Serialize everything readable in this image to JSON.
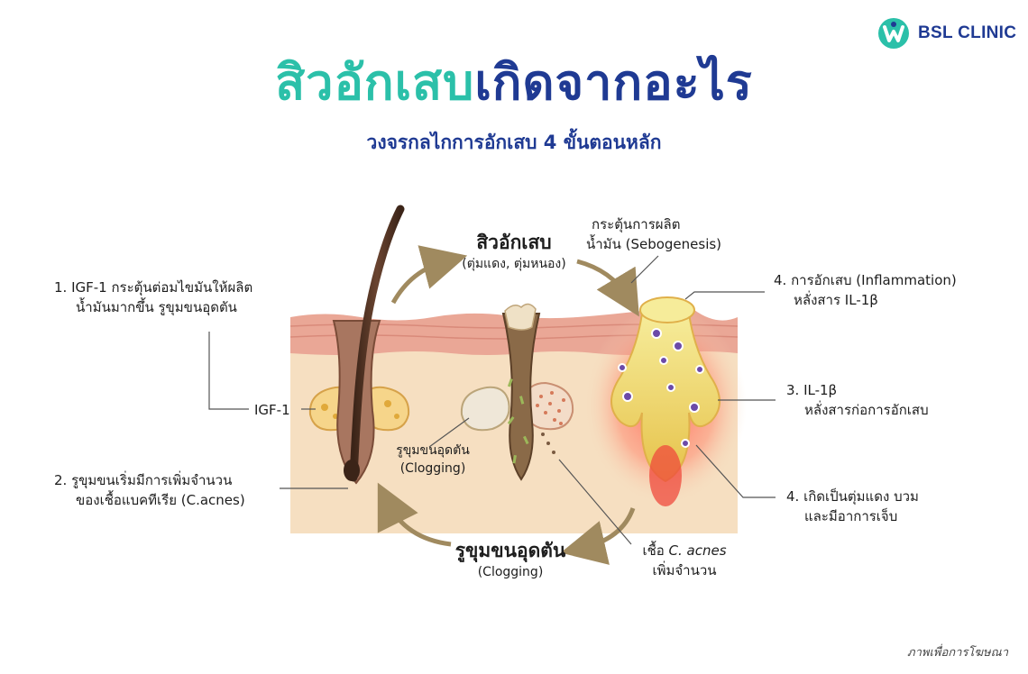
{
  "brand": {
    "name": "BSL CLINIC"
  },
  "header": {
    "title_part1": "สิวอักเสบ",
    "title_part2": "เกิดจากอะไร",
    "subtitle": "วงจรกลไกการอักเสบ 4 ขั้นตอนหลัก"
  },
  "labels": {
    "step1_line1": "1. IGF-1 กระตุ้นต่อมไขมันให้ผลิต",
    "step1_line2": "น้ำมันมากขึ้น รูขุมขนอุดตัน",
    "igf1": "IGF-1",
    "step2_line1": "2. รูขุมขนเริ่มมีการเพิ่มจำนวน",
    "step2_line2": "ของเชื้อแบคทีเรีย (C.acnes)",
    "pimple_title": "สิวอักเสบ",
    "pimple_sub": "(ตุ่มแดง, ตุ่มหนอง)",
    "sebo_line1": "กระตุ้นการผลิต",
    "sebo_line2": "น้ำมัน (Sebogenesis)",
    "clog_inner_line1": "รูขุมขนอุดตัน",
    "clog_inner_line2": "(Clogging)",
    "clog_title": "รูขุมขนอุดตัน",
    "clog_sub": "(Clogging)",
    "cacnes_prefix": "เชื้อ ",
    "cacnes_italic": "C. acnes",
    "cacnes_line2": "เพิ่มจำนวน",
    "inflam_line1": "4. การอักเสบ (Inflammation)",
    "inflam_line2": "หลั่งสาร IL-1β",
    "il1b_line1": "3. IL-1β",
    "il1b_line2": "หลั่งสารก่อการอักเสบ",
    "red_line1": "4. เกิดเป็นตุ่มแดง บวม",
    "red_line2": "และมีอาการเจ็บ"
  },
  "footer": {
    "note": "ภาพเพื่อการโฆษณา"
  },
  "colors": {
    "brand_teal": "#2bc0a9",
    "brand_navy": "#1f3a93",
    "arrow": "#a08a5f",
    "skin": "#f6dfc1",
    "epidermis": "#e9a596",
    "inflamed": "#ef4a3c"
  }
}
